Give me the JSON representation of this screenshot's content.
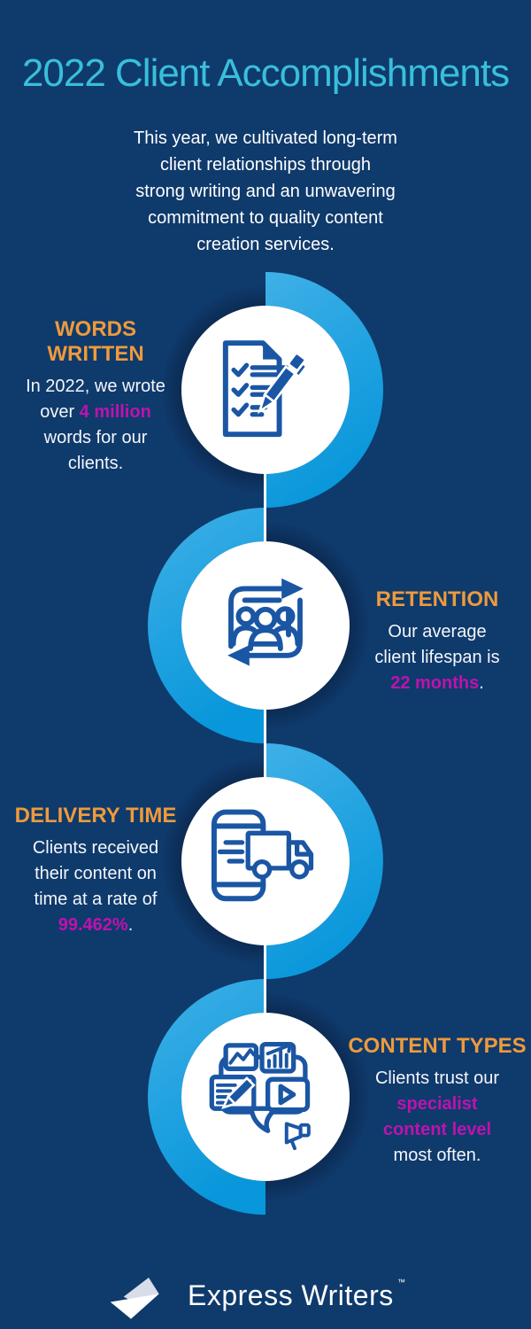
{
  "title": "2022 Client Accomplishments",
  "intro_lines": [
    "This year, we cultivated long-term",
    "client relationships through",
    "strong writing and an unwavering",
    "commitment to quality content",
    "creation services."
  ],
  "sections": [
    {
      "heading": "WORDS WRITTEN",
      "icon": "checklist-pen-icon",
      "side": "left",
      "body_lines": [
        [
          {
            "text": "In 2022, we wrote",
            "highlight": false
          }
        ],
        [
          {
            "text": "over ",
            "highlight": false
          },
          {
            "text": "4 million",
            "highlight": true
          }
        ],
        [
          {
            "text": "words for our",
            "highlight": false
          }
        ],
        [
          {
            "text": "clients.",
            "highlight": false
          }
        ]
      ]
    },
    {
      "heading": "RETENTION",
      "icon": "client-cycle-icon",
      "side": "right",
      "body_lines": [
        [
          {
            "text": "Our average",
            "highlight": false
          }
        ],
        [
          {
            "text": "client lifespan is",
            "highlight": false
          }
        ],
        [
          {
            "text": "22 months",
            "highlight": true
          },
          {
            "text": ".",
            "highlight": false
          }
        ]
      ]
    },
    {
      "heading": "DELIVERY TIME",
      "icon": "delivery-truck-phone-icon",
      "side": "left",
      "body_lines": [
        [
          {
            "text": "Clients received",
            "highlight": false
          }
        ],
        [
          {
            "text": "their content on",
            "highlight": false
          }
        ],
        [
          {
            "text": "time at a rate of",
            "highlight": false
          }
        ],
        [
          {
            "text": "99.462%",
            "highlight": true
          },
          {
            "text": ".",
            "highlight": false
          }
        ]
      ]
    },
    {
      "heading": "CONTENT TYPES",
      "icon": "content-types-bubble-icon",
      "side": "right",
      "body_lines": [
        [
          {
            "text": "Clients trust our",
            "highlight": false
          }
        ],
        [
          {
            "text": "specialist",
            "highlight": true
          }
        ],
        [
          {
            "text": "content level",
            "highlight": true
          }
        ],
        [
          {
            "text": "most often.",
            "highlight": false
          }
        ]
      ]
    }
  ],
  "footer": {
    "brand": "Express Writers",
    "trademark": "™",
    "logo": "paper-plane-logo-icon"
  },
  "colors": {
    "background_navy": "#0F3A6C",
    "title_cyan": "#38BFDB",
    "heading_orange": "#EE9A3C",
    "highlight_magenta": "#BE12AE",
    "body_white": "#F4F6FA",
    "arc_blue_light": "#3FB0E7",
    "arc_blue_deep": "#0897DB",
    "icon_blue": "#1A56A4",
    "circle_white": "#FFFFFF",
    "logo_gray": "#D8DDE9"
  }
}
